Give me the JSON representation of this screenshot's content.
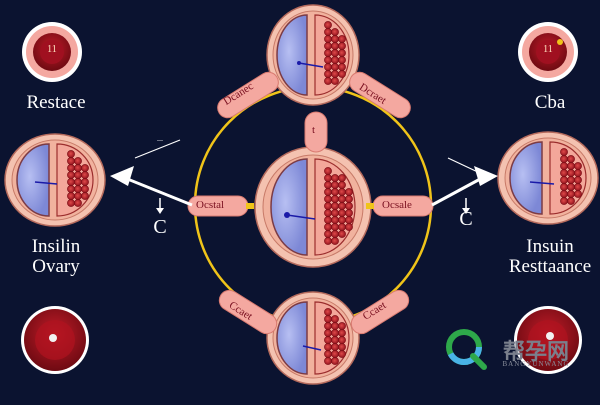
{
  "colors": {
    "background": "#0b1330",
    "circle_stroke": "#f0c419",
    "cell_fill": "#f4c2b0",
    "cytoplasm": "#9aa6e8",
    "granule": "#c8202c",
    "tag_fill": "#f4a8a0",
    "arrow": "#ffffff"
  },
  "labels": {
    "top_left": "Restace",
    "top_right": "Cba",
    "left_line1": "Insilin",
    "left_line2": "Ovary",
    "right_line1": "Insuin",
    "right_line2": "Resttaance",
    "left_c": "C",
    "right_c": "C",
    "left_arrow_note": "..."
  },
  "tags": {
    "upper_left": "Dcanec",
    "upper_right": "Dcraet",
    "center_top": "t",
    "center_left": "Ocstal",
    "center_right": "Ocsale",
    "lower_left": "Ccaet",
    "lower_right": "Ccaet"
  },
  "corner_badges": {
    "top_left_mark": "11",
    "top_right_mark": "11"
  },
  "watermark": {
    "brand": "帮孕网",
    "sub": "BANGYUNWANG",
    "icon": "magnifier-q-icon"
  }
}
